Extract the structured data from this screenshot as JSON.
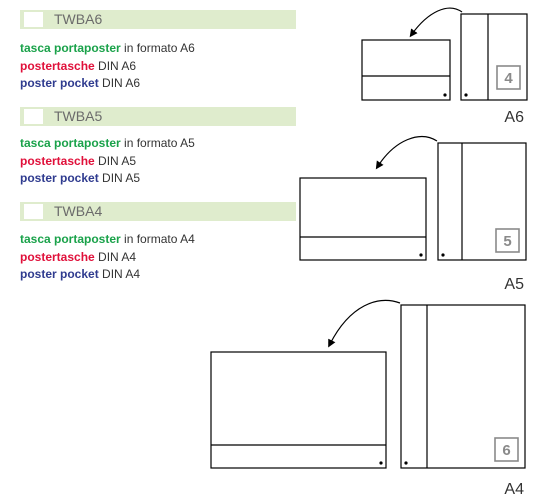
{
  "products": [
    {
      "code": "TWBA6",
      "lines": [
        {
          "keyword": "tasca portaposter",
          "text": " in formato A6"
        },
        {
          "keyword": "postertasche",
          "text": " DIN A6"
        },
        {
          "keyword": "poster pocket",
          "text": " DIN A6"
        }
      ],
      "diagram": {
        "size_label": "A6",
        "number": "4"
      }
    },
    {
      "code": "TWBA5",
      "lines": [
        {
          "keyword": "tasca portaposter",
          "text": " in formato A5"
        },
        {
          "keyword": "postertasche",
          "text": " DIN A5"
        },
        {
          "keyword": "poster pocket",
          "text": " DIN A5"
        }
      ],
      "diagram": {
        "size_label": "A5",
        "number": "5"
      }
    },
    {
      "code": "TWBA4",
      "lines": [
        {
          "keyword": "tasca portaposter",
          "text": " in formato A4"
        },
        {
          "keyword": "postertasche",
          "text": " DIN A4"
        },
        {
          "keyword": "poster pocket",
          "text": " DIN A4"
        }
      ],
      "diagram": {
        "size_label": "A4",
        "number": "6"
      }
    }
  ],
  "colors": {
    "band": "#dfeccd",
    "keyword_it": "#1aa24a",
    "keyword_de": "#e0103a",
    "keyword_en": "#2f3b8f"
  }
}
